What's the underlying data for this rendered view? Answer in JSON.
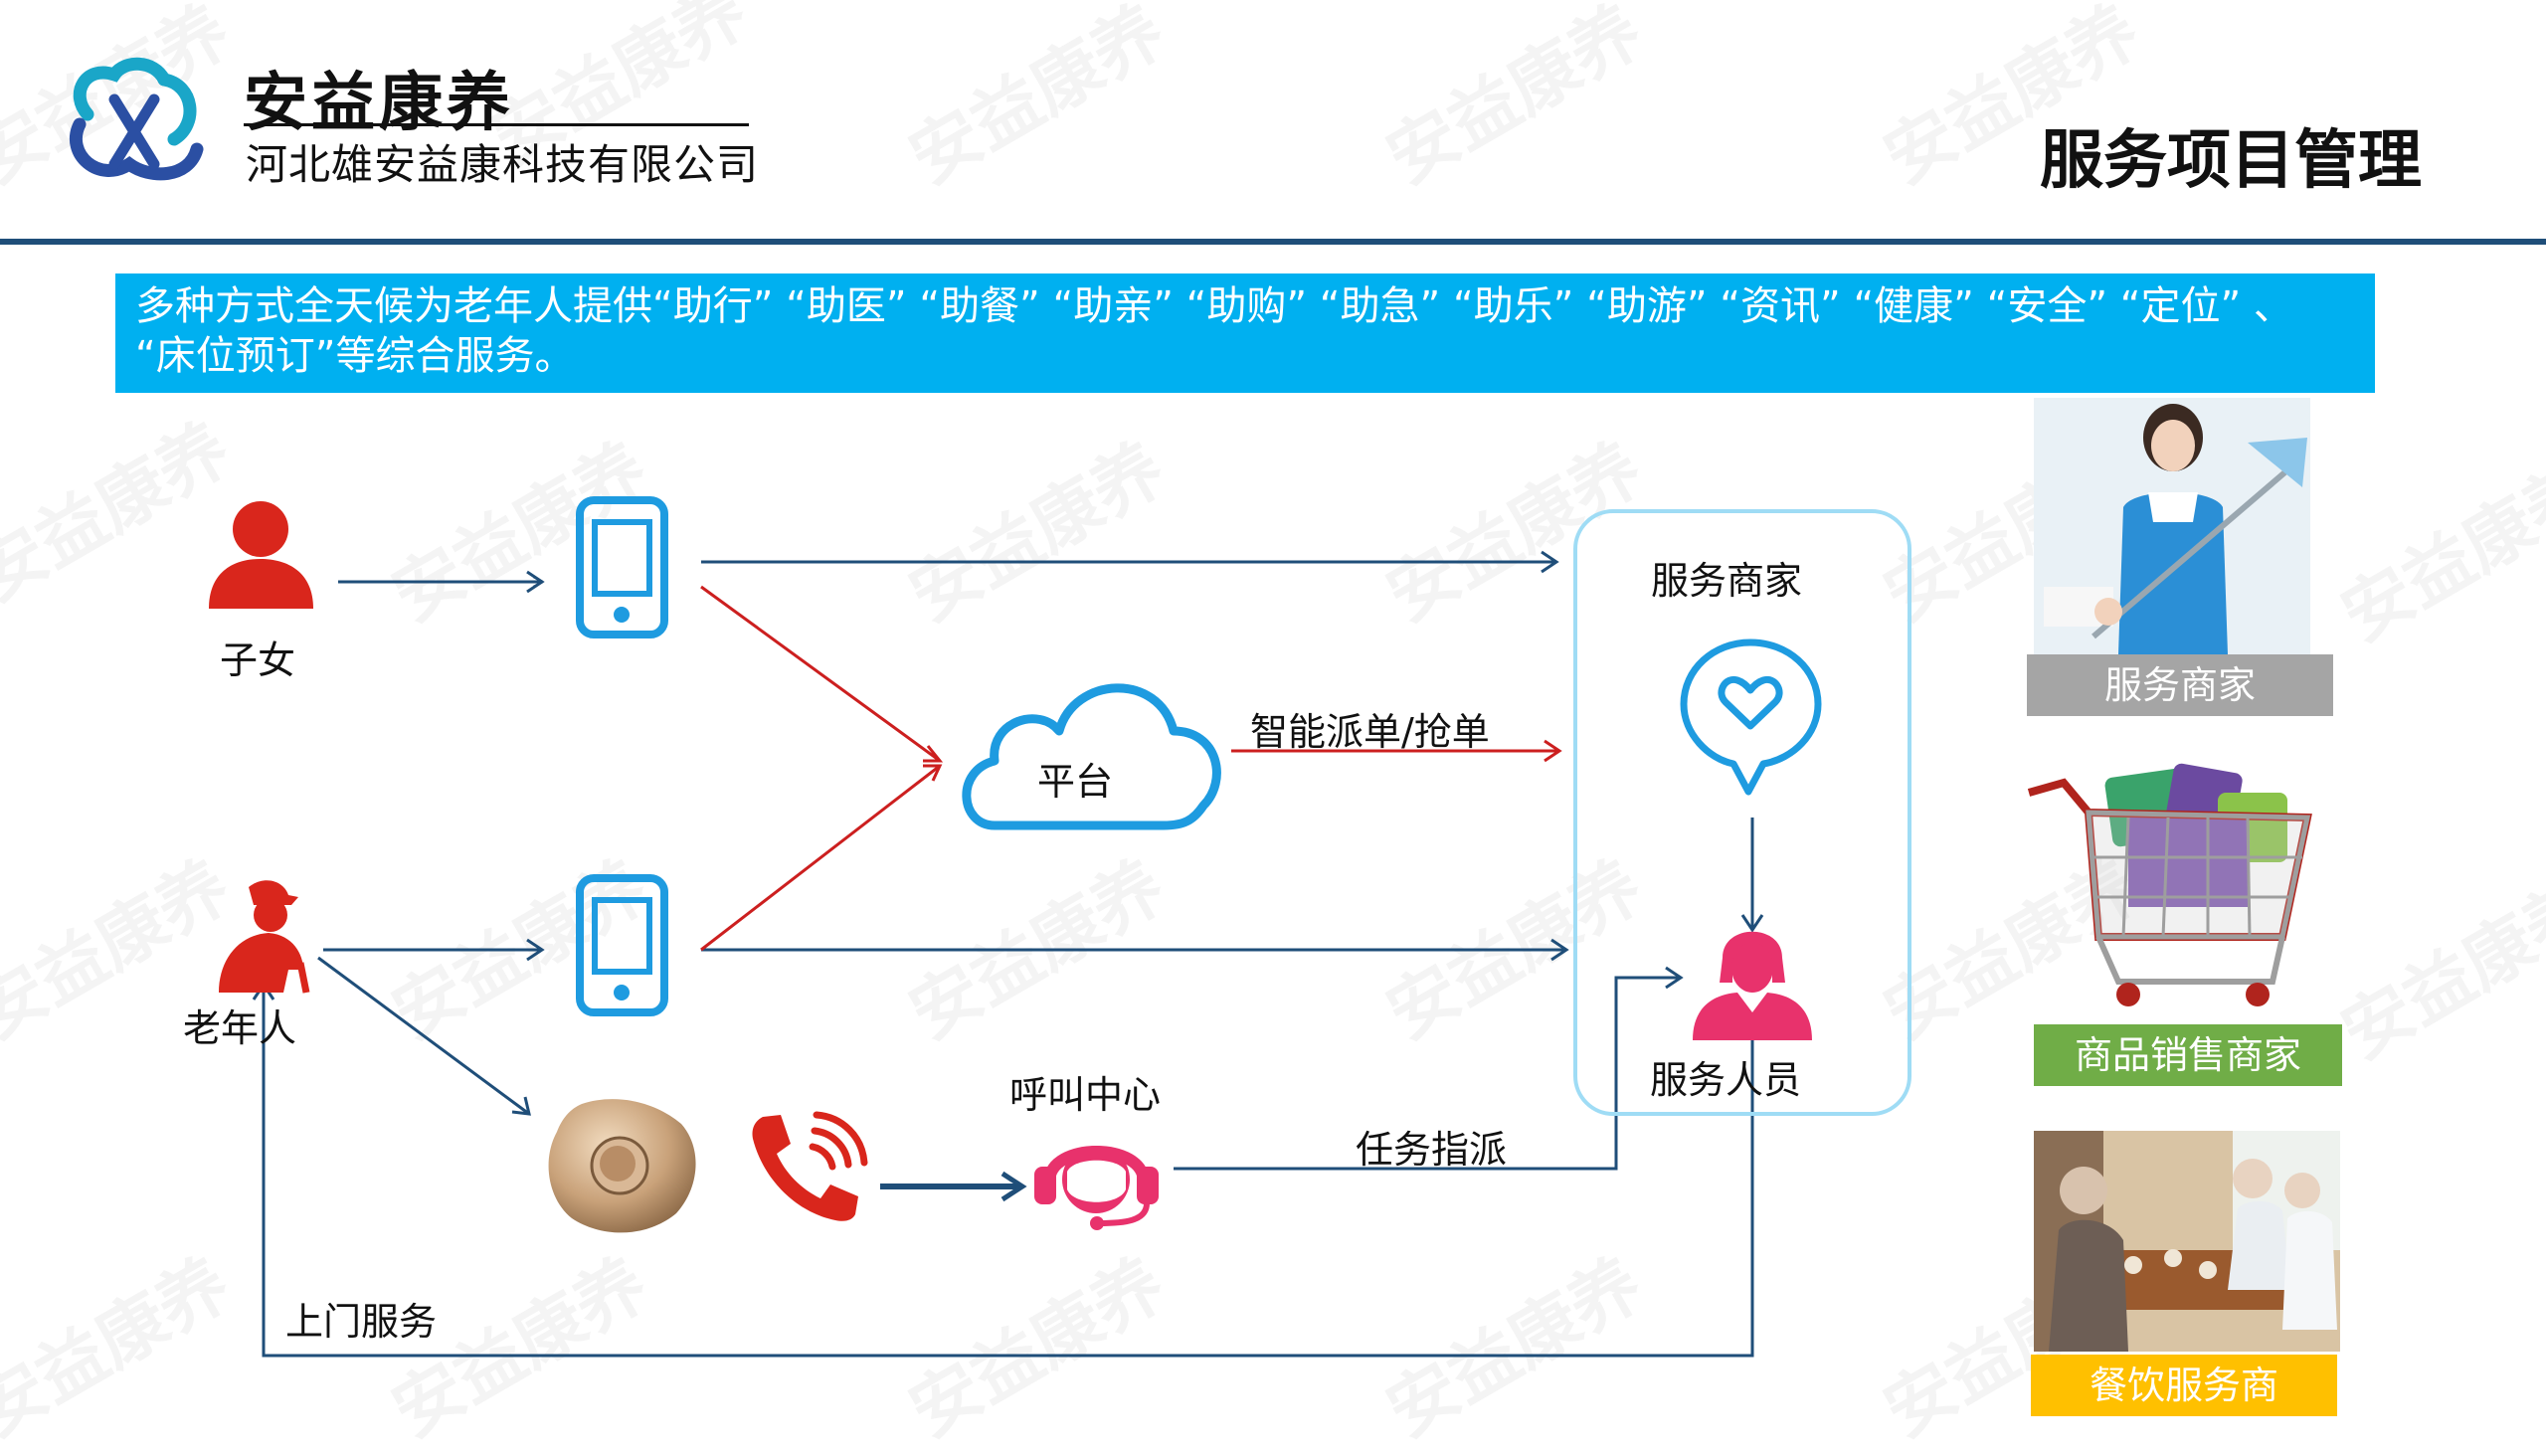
{
  "brand": {
    "name": "安益康养",
    "company": "河北雄安益康科技有限公司",
    "watermark": "安益康养"
  },
  "page_title": "服务项目管理",
  "banner_text": "多种方式全天候为老年人提供“助行” “助医” “助餐” “助亲” “助购” “助急” “助乐” “助游” “资讯” “健康” “安全” “定位” 、 “床位预订”等综合服务。",
  "diagram": {
    "child": "子女",
    "elder": "老年人",
    "platform": "平台",
    "dispatch": "智能派单/抢单",
    "call_center": "呼叫中心",
    "task_assign": "任务指派",
    "door_service": "上门服务",
    "merchant": "服务商家",
    "staff": "服务人员"
  },
  "side_panels": [
    {
      "caption": "服务商家",
      "color": "#a5a5a5"
    },
    {
      "caption": "商品销售商家",
      "color": "#70ad47"
    },
    {
      "caption": "餐饮服务商",
      "color": "#ffc000"
    }
  ],
  "colors": {
    "arrow_blue": "#1f4e79",
    "arrow_red": "#cc1f1f",
    "accent_blue": "#00b0f0",
    "icon_red": "#d9261c",
    "icon_blue": "#1e9be0",
    "icon_pink": "#e8326c"
  }
}
